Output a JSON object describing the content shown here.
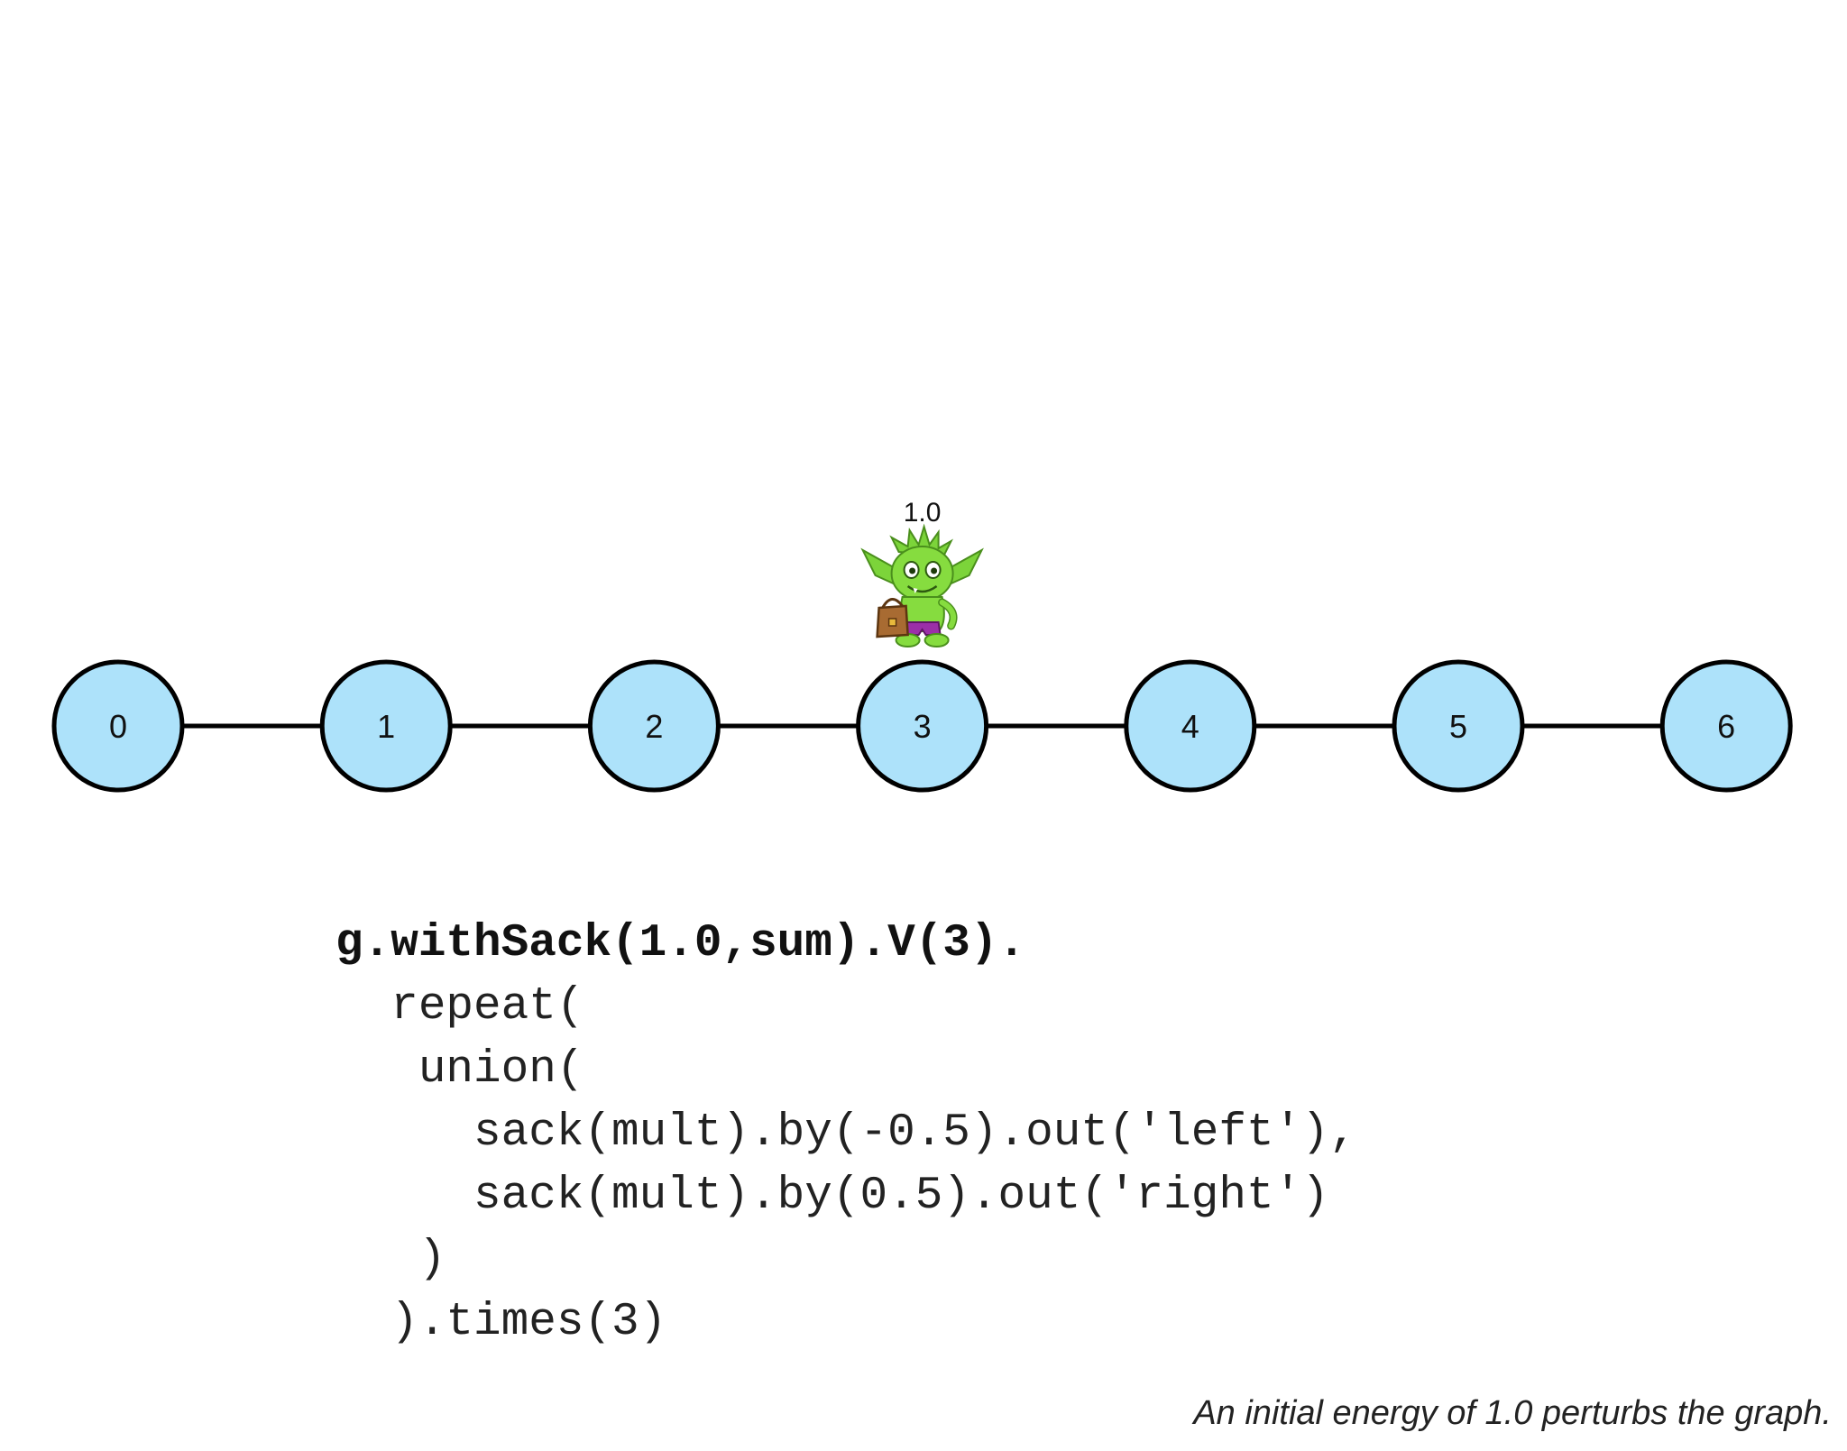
{
  "graph": {
    "vertices": [
      {
        "label": "0"
      },
      {
        "label": "1"
      },
      {
        "label": "2"
      },
      {
        "label": "3"
      },
      {
        "label": "4"
      },
      {
        "label": "5"
      },
      {
        "label": "6"
      }
    ],
    "edges": [
      [
        0,
        1
      ],
      [
        1,
        2
      ],
      [
        2,
        3
      ],
      [
        3,
        4
      ],
      [
        4,
        5
      ],
      [
        5,
        6
      ]
    ],
    "vertex_fill": "#ade2fa",
    "vertex_stroke": "#000000",
    "traverser": {
      "vertex_index": 3,
      "sack_value": "1.0",
      "icon": "goblin-traverser-icon"
    }
  },
  "code": {
    "lines": [
      "g.withSack(1.0,sum).V(3).",
      "  repeat(",
      "   union(",
      "     sack(mult).by(-0.5).out('left'),",
      "     sack(mult).by(0.5).out('right')",
      "   )",
      "  ).times(3)"
    ]
  },
  "caption": "An initial energy of 1.0 perturbs the graph."
}
